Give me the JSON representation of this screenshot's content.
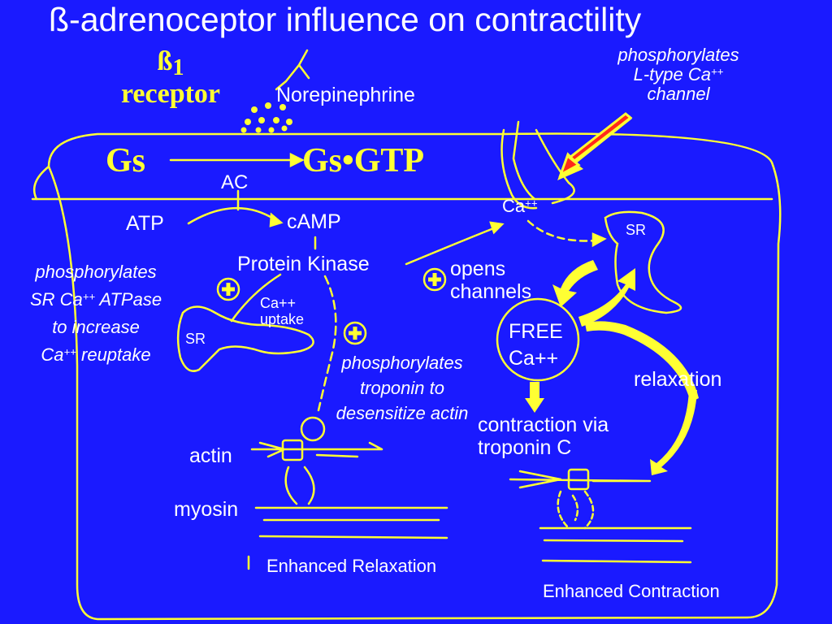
{
  "title": "ß-adrenoceptor influence on contractility",
  "receptor": {
    "symbol": "ß",
    "subscript": "1",
    "word": "receptor"
  },
  "labels": {
    "norepinephrine": "Norepinephrine",
    "gs": "Gs",
    "gs_gtp": "Gs•GTP",
    "ac": "AC",
    "atp": "ATP",
    "camp": "cAMP",
    "protein_kinase": "Protein Kinase",
    "opens_channels_1": "opens",
    "opens_channels_2": "channels",
    "sr_left": "SR",
    "sr_right": "SR",
    "ca_uptake_1": "Ca++",
    "ca_uptake_2": "uptake",
    "free_ca_1": "FREE",
    "free_ca_2": "Ca++",
    "relaxation": "relaxation",
    "contraction_1": "contraction via",
    "contraction_2": "troponin C",
    "actin": "actin",
    "myosin": "myosin",
    "enhanced_relaxation": "Enhanced Relaxation",
    "enhanced_contraction": "Enhanced Contraction",
    "ca_channel": {
      "base": "Ca",
      "sup": "++"
    }
  },
  "notes": {
    "l_type": {
      "line1": "phosphorylates",
      "line2_base": "L-type Ca",
      "line2_sup": "++",
      "line3": "channel"
    },
    "sr_atpase": {
      "line1": "phosphorylates",
      "line2_base": "SR Ca",
      "line2_sup": "++",
      "line2_rest": " ATPase",
      "line3": "to increase",
      "line4_base": "Ca",
      "line4_sup": "++",
      "line4_rest": " reuptake"
    },
    "troponin": {
      "line1": "phosphorylates",
      "line2": "troponin to",
      "line3": "desensitize actin"
    }
  },
  "colors": {
    "background": "#1a1aff",
    "diagram": "#ffff33",
    "text": "#ffffff",
    "arrow_fill": "#ff2a1a"
  }
}
